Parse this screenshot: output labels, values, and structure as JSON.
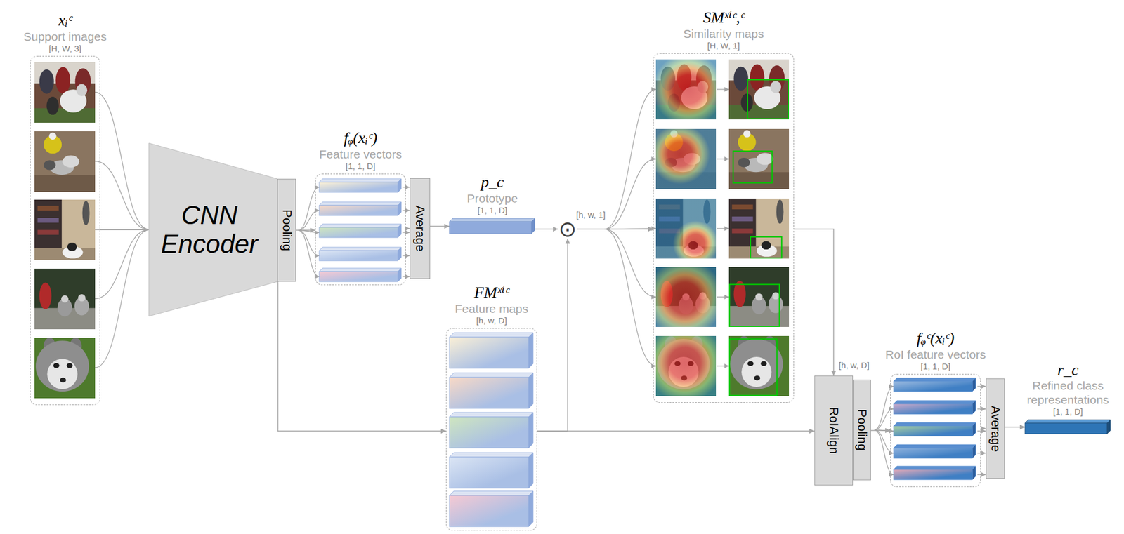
{
  "diagram": {
    "nodes": [
      {
        "text": [
          "xᵢᶜ",
          "Support images",
          "[H, W, 3]"
        ]
      },
      {
        "text": [
          "CNN Encoder"
        ]
      },
      {
        "text": [
          "Pooling"
        ]
      },
      {
        "text": [
          "fᵩ(xᵢᶜ)",
          "Feature vectors",
          "[1, 1, D]"
        ]
      },
      {
        "text": [
          "Average"
        ]
      },
      {
        "text": [
          "p_c",
          "Prototype",
          "[1, 1, D]"
        ]
      },
      {
        "text": [
          "⊙"
        ]
      },
      {
        "text": [
          "FMˣⁱᶜ",
          "Feature maps",
          "[h, w, D]"
        ]
      },
      {
        "text": [
          "SMˣⁱᶜ,ᶜ",
          "Similarity maps",
          "[H, W, 1]"
        ]
      },
      {
        "text": [
          "RoIAlign"
        ]
      },
      {
        "text": [
          "Pooling"
        ]
      },
      {
        "text": [
          "fᵩᶜ(xᵢᶜ)",
          "RoI feature vectors",
          "[1, 1, D]"
        ]
      },
      {
        "text": [
          "Average"
        ]
      },
      {
        "text": [
          "r_c",
          "Refined class representations",
          "[1, 1, D]"
        ]
      }
    ],
    "edges": [
      {
        "from": 0,
        "to": 1,
        "arrow": "to"
      },
      {
        "from": 2,
        "to": 3,
        "arrow": "to"
      },
      {
        "from": 3,
        "to": 4,
        "arrow": "to"
      },
      {
        "from": 4,
        "to": 5,
        "arrow": "to"
      },
      {
        "from": 5,
        "to": 6,
        "arrow": "to"
      },
      {
        "from": 2,
        "to": 7,
        "arrow": "to"
      },
      {
        "from": 7,
        "to": 6,
        "arrow": "to"
      },
      {
        "from": 6,
        "to": 8,
        "label": "[h, w, 1]",
        "arrow": "to"
      },
      {
        "from": 8,
        "to": 9,
        "label": "[h, w, D]",
        "arrow": "to"
      },
      {
        "from": 7,
        "to": 9,
        "arrow": "to"
      },
      {
        "from": 10,
        "to": 11,
        "arrow": "to"
      },
      {
        "from": 11,
        "to": 12,
        "arrow": "to"
      },
      {
        "from": 12,
        "to": 13,
        "arrow": "to"
      }
    ]
  }
}
